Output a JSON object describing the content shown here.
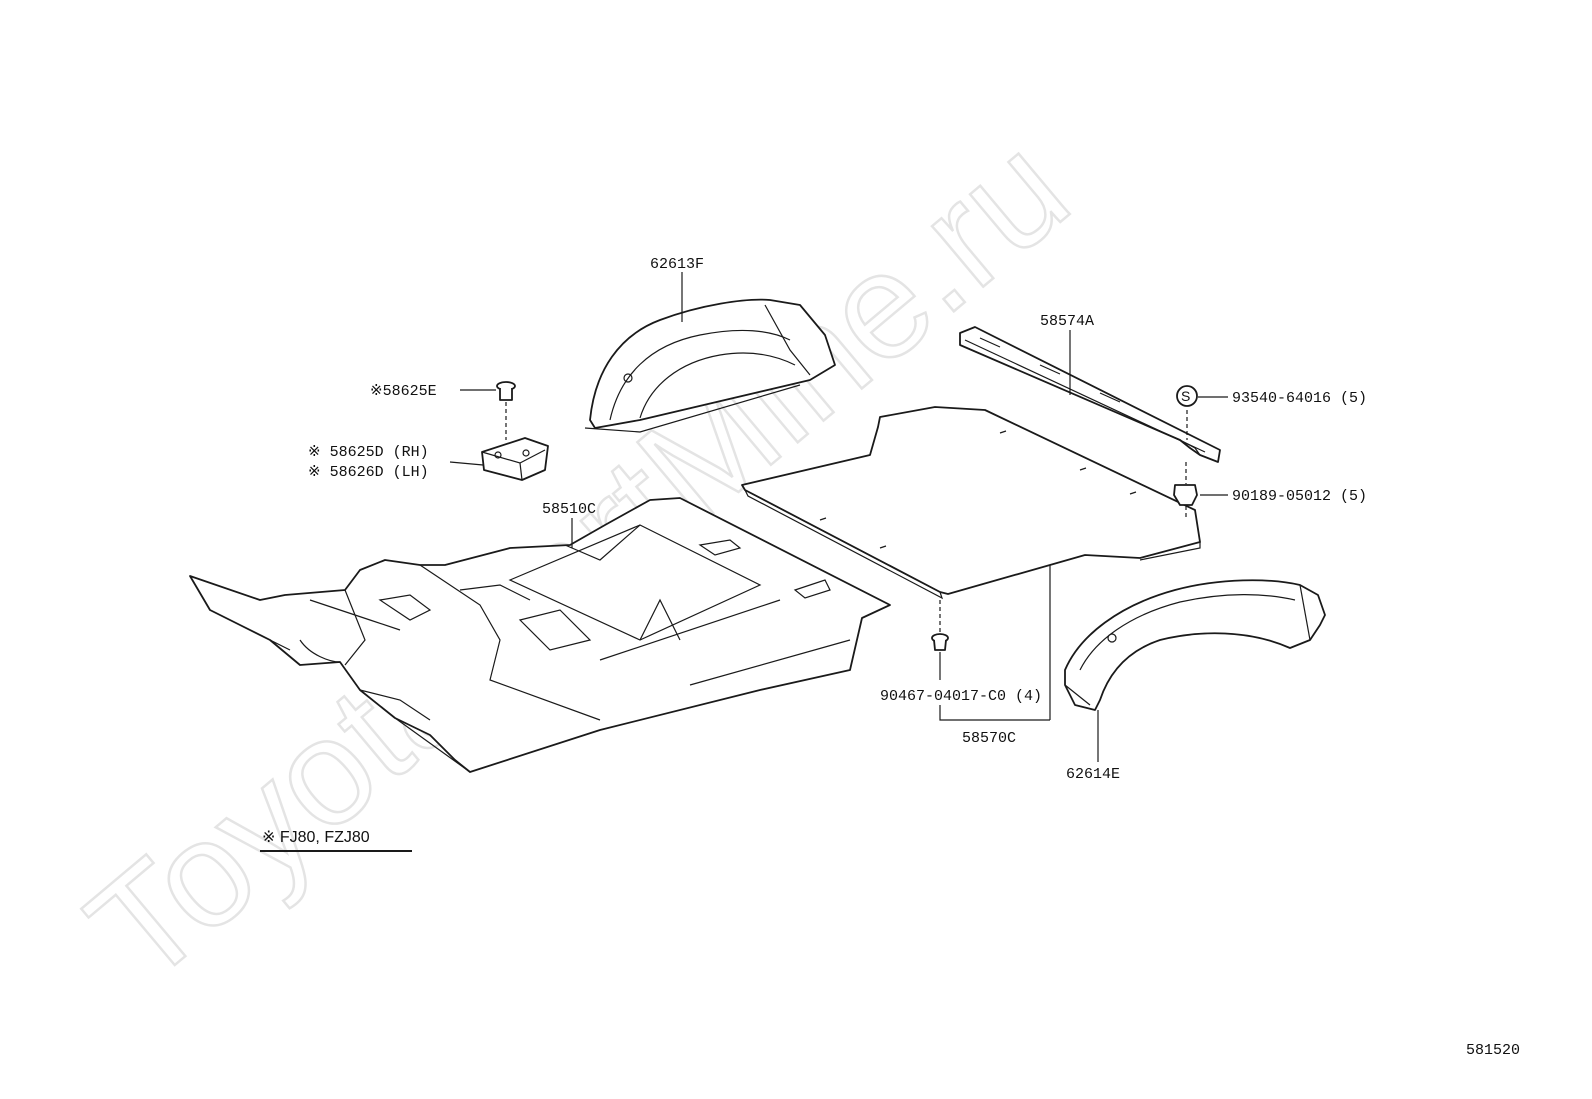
{
  "watermark": "ToyotaPartMine.ru",
  "parts": {
    "wheelhouse_front": "62613F",
    "grommet_top": "※58625E",
    "pad_rh": "※ 58625D (RH)",
    "pad_lh": "※ 58626D (LH)",
    "floor_carpet": "58510C",
    "rail": "58574A",
    "screw": "93540-64016 (5)",
    "screw_symbol": "S",
    "clip_rail": "90189-05012 (5)",
    "clip_mat": "90467-04017-C0 (4)",
    "luggage_mat": "58570C",
    "wheelhouse_rear": "62614E"
  },
  "note": "※ FJ80, FZJ80",
  "figure_number": "581520"
}
